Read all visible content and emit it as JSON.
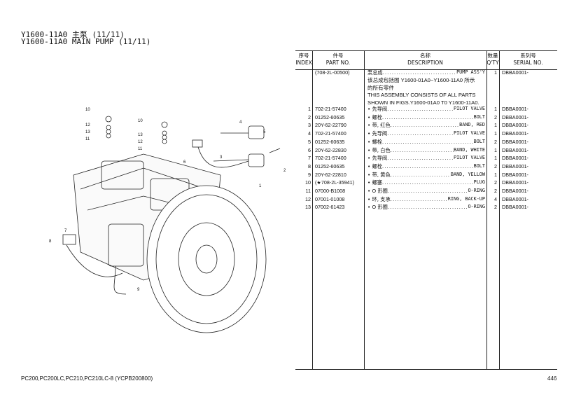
{
  "title": {
    "cn": "Y1600-11A0 主泵 (11/11)",
    "en": "Y1600-11A0 MAIN PUMP (11/11)"
  },
  "table": {
    "headers": {
      "index_cn": "序号",
      "index_en": "INDEX",
      "part_cn": "件号",
      "part_en": "PART NO.",
      "desc_cn": "名称",
      "desc_en": "DESCRIPTION",
      "qty_cn": "数量",
      "qty_en": "Q'TY",
      "serial_cn": "系列号",
      "serial_en": "SERIAL NO."
    },
    "assembly": {
      "part": "(708-2L-00500)",
      "cn": "泵总成",
      "en": "PUMP ASS'Y",
      "qty": "1",
      "serial": "DBBA0001-",
      "note": [
        "该总成包括图 Y1600-01A0~Y1600-11A0 所示",
        "的所有零件",
        "THIS ASSEMBLY CONSISTS OF ALL PARTS",
        "SHOWN IN FIGS.Y1600-01A0 T0 Y1600-11A0."
      ]
    },
    "rows": [
      {
        "index": "1",
        "part": "702-21-57400",
        "cn": "• 先导阀",
        "en": "PILOT VALVE",
        "qty": "1",
        "serial": "DBBA0001-"
      },
      {
        "index": "2",
        "part": "01252-60635",
        "cn": "• 螺栓",
        "en": "BOLT",
        "qty": "2",
        "serial": "DBBA0001-"
      },
      {
        "index": "3",
        "part": "20Y-62-22790",
        "cn": "• 带, 红色",
        "en": "BAND, RED",
        "qty": "1",
        "serial": "DBBA0001-"
      },
      {
        "index": "4",
        "part": "702-21-57400",
        "cn": "• 先导阀",
        "en": "PILOT VALVE",
        "qty": "1",
        "serial": "DBBA0001-"
      },
      {
        "index": "5",
        "part": "01252-60635",
        "cn": "• 螺栓",
        "en": "BOLT",
        "qty": "2",
        "serial": "DBBA0001-"
      },
      {
        "index": "6",
        "part": "20Y-62-22830",
        "cn": "• 带, 白色",
        "en": "BAND, WHITE",
        "qty": "1",
        "serial": "DBBA0001-"
      },
      {
        "index": "7",
        "part": "702-21-57400",
        "cn": "• 先导阀",
        "en": "PILOT VALVE",
        "qty": "1",
        "serial": "DBBA0001-"
      },
      {
        "index": "8",
        "part": "01252-60635",
        "cn": "• 螺栓",
        "en": "BOLT",
        "qty": "2",
        "serial": "DBBA0001-"
      },
      {
        "index": "9",
        "part": "20Y-62-22810",
        "cn": "• 带, 黄色",
        "en": "BAND, YELLOW",
        "qty": "1",
        "serial": "DBBA0001-"
      },
      {
        "index": "10",
        "part": "(★708-2L-35941)",
        "cn": "• 螺塞",
        "en": "PLUG",
        "qty": "2",
        "serial": "DBBA0001-"
      },
      {
        "index": "11",
        "part": "07000-B1008",
        "cn": "• O 形圈",
        "en": "O-RING",
        "qty": "2",
        "serial": "DBBA0001-"
      },
      {
        "index": "12",
        "part": "07001-01008",
        "cn": "• 环, 支承",
        "en": "RING, BACK-UP",
        "qty": "4",
        "serial": "DBBA0001-"
      },
      {
        "index": "13",
        "part": "07002-61423",
        "cn": "• O 形圈",
        "en": "O-RING",
        "qty": "2",
        "serial": "DBBA0001-"
      }
    ]
  },
  "callouts": [
    "10",
    "12",
    "13",
    "11",
    "10",
    "13",
    "12",
    "11",
    "4",
    "3",
    "5",
    "6",
    "2",
    "1",
    "7",
    "8",
    "9"
  ],
  "footer": {
    "models": "PC200,PC200LC,PC210,PC210LC-8 (YCPB200800)",
    "page": "446"
  }
}
